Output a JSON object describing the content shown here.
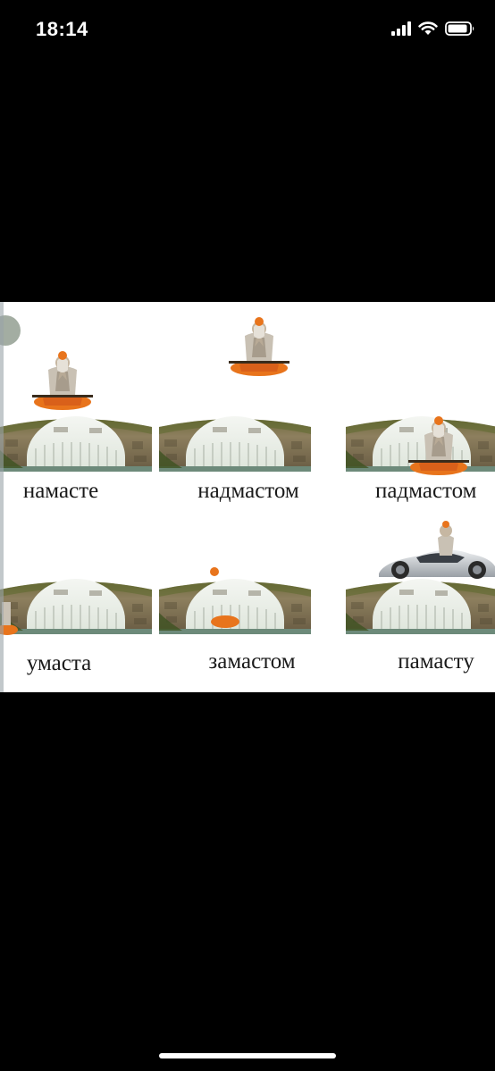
{
  "status_bar": {
    "time": "18:14",
    "icons": [
      "signal-icon",
      "wifi-icon",
      "battery-icon"
    ]
  },
  "meme": {
    "panels": [
      {
        "caption": "намасте",
        "position": "monk on top of bridge"
      },
      {
        "caption": "надмастом",
        "position": "monk floating above bridge"
      },
      {
        "caption": "падмастом",
        "position": "monk under bridge"
      },
      {
        "caption": "умаста",
        "position": "monk at side of bridge"
      },
      {
        "caption": "замастом",
        "position": "monk behind bridge"
      },
      {
        "caption": "памасту",
        "position": "monk driving over bridge"
      }
    ]
  },
  "colors": {
    "background": "#000000",
    "robe": "#e8741c",
    "stone": "#8a7a5a",
    "moss": "#5a6a2e"
  }
}
